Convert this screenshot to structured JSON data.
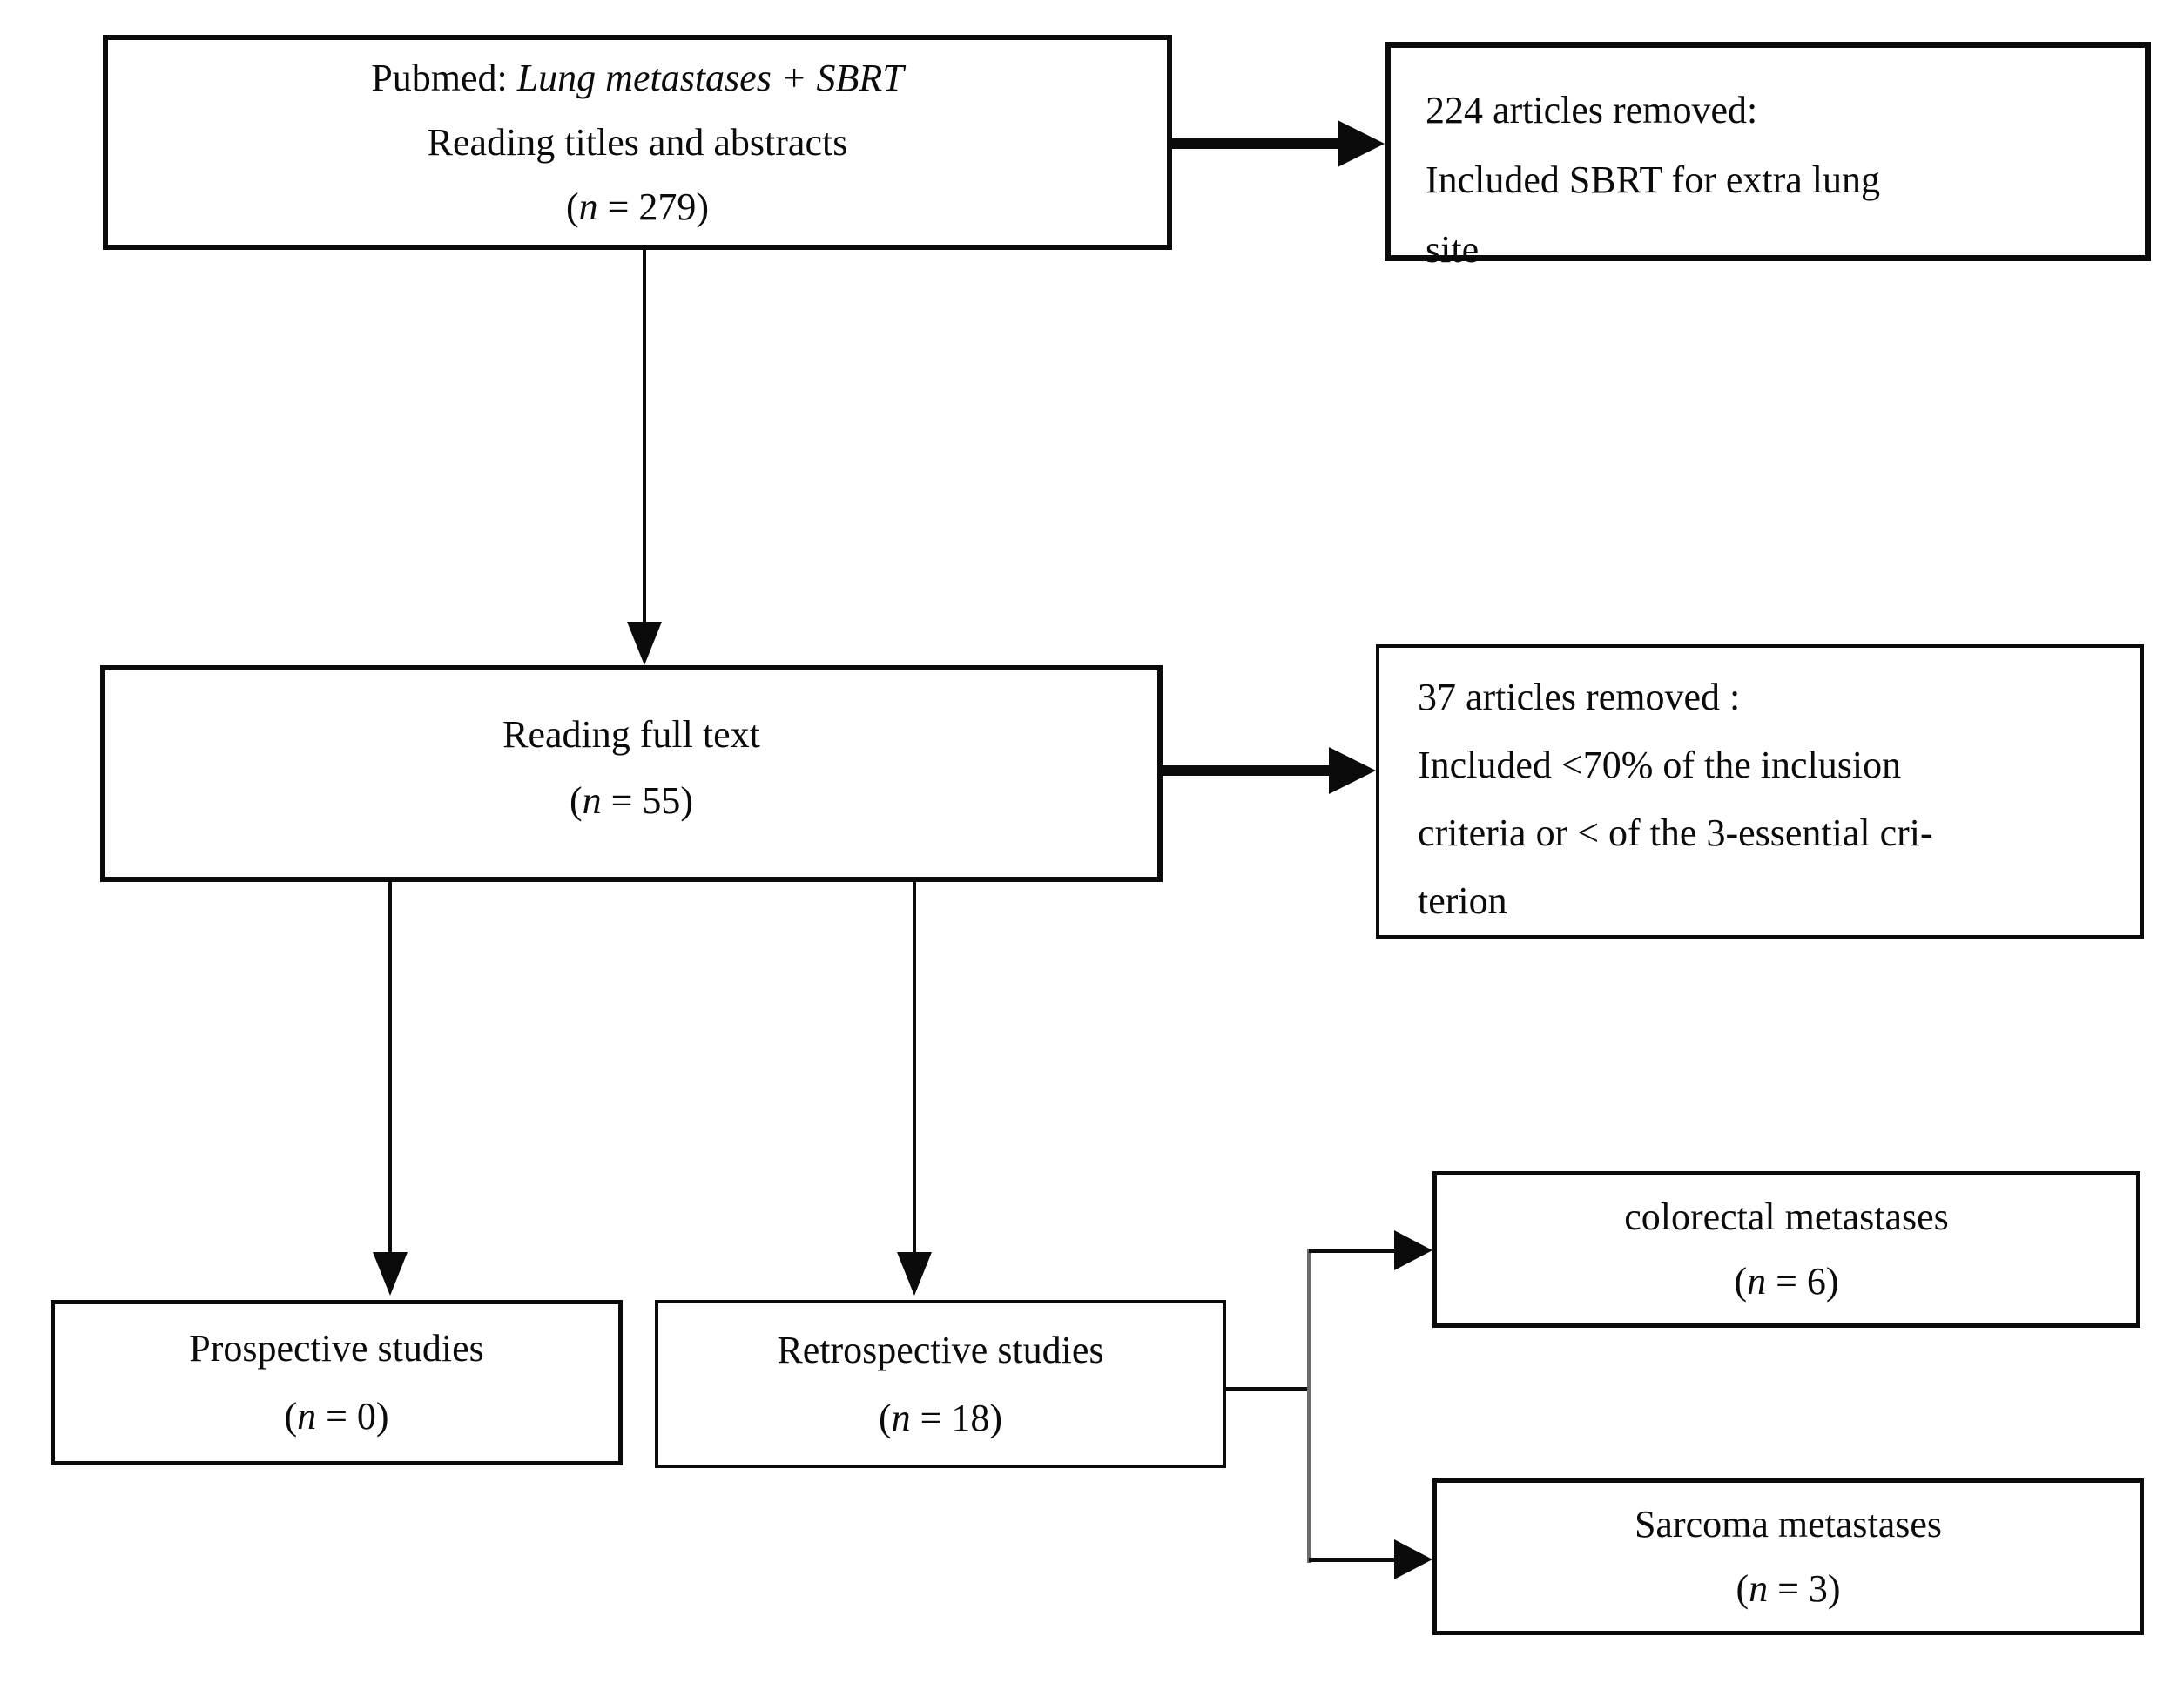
{
  "canvas": {
    "background": "#ffffff",
    "line_color": "#0b0b0b",
    "branch_line_color": "#6b6b6b"
  },
  "flowchart": {
    "pubmed": {
      "line1_prefix": "Pubmed: ",
      "line1_italic": "Lung metastases + SBRT",
      "line2": "Reading titles and abstracts",
      "n_open": "(",
      "n_var": "n",
      "n_rest": " = 279)"
    },
    "removed_224": {
      "line1": "224 articles removed:",
      "line2": "Included SBRT for extra lung",
      "line3": "site"
    },
    "reading_full_text": {
      "line1": "Reading full text",
      "n_open": "(",
      "n_var": "n",
      "n_rest": " = 55)"
    },
    "removed_37": {
      "line1": "37 articles removed :",
      "line2": "Included <70% of the inclusion",
      "line3": "criteria or < of the 3-essential cri-",
      "line4": "terion"
    },
    "prospective": {
      "line1": "Prospective studies",
      "n_open": "(",
      "n_var": "n",
      "n_rest": " = 0)"
    },
    "retrospective": {
      "line1": "Retrospective studies",
      "n_open": "(",
      "n_var": "n",
      "n_rest": " = 18)"
    },
    "colorectal": {
      "line1": "colorectal metastases",
      "n_open": "(",
      "n_var": "n",
      "n_rest": " = 6)"
    },
    "sarcoma": {
      "line1": "Sarcoma metastases",
      "n_open": "(",
      "n_var": "n",
      "n_rest": " = 3)"
    }
  }
}
